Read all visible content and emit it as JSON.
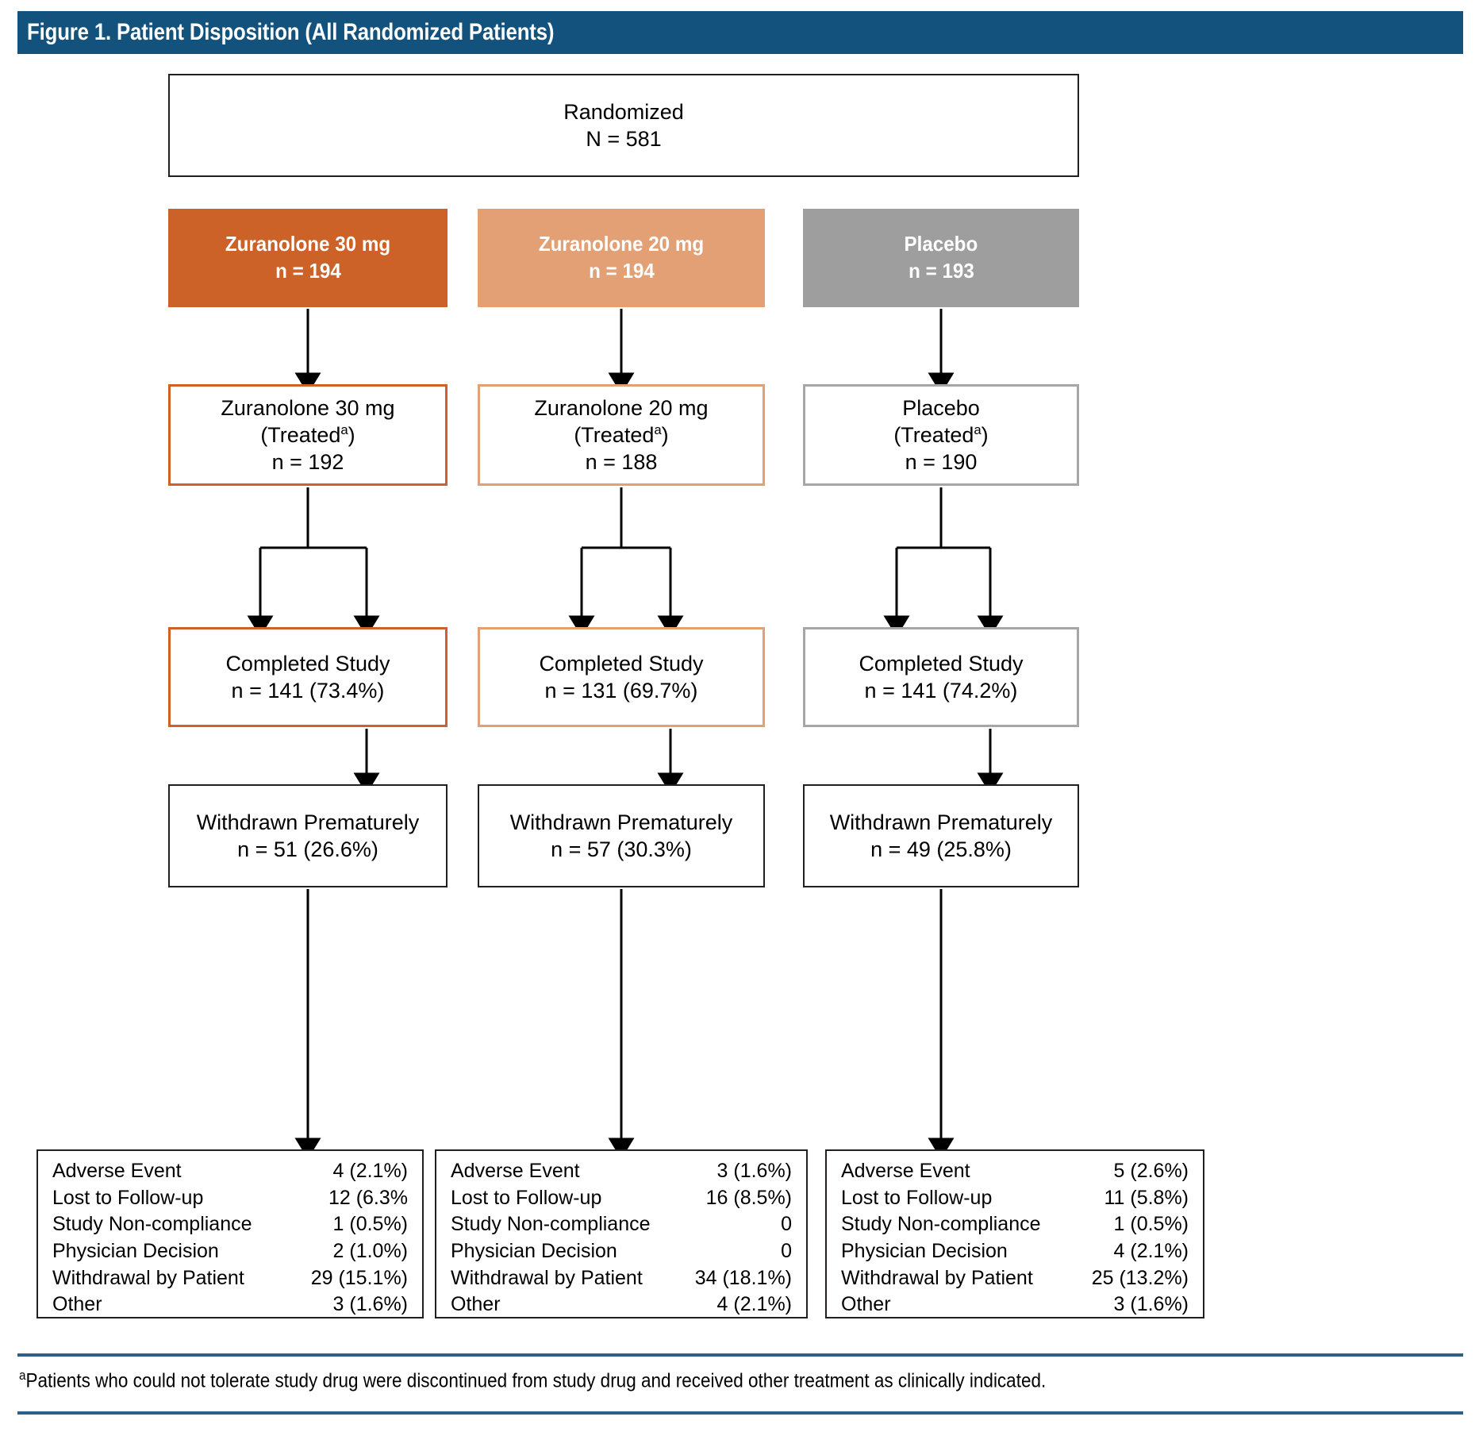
{
  "figure": {
    "title": "Figure 1. Patient Disposition (All Randomized Patients)",
    "banner_color": "#13527c"
  },
  "randomized": {
    "label": "Randomized",
    "n": "N = 581"
  },
  "groups": [
    {
      "key": "zuranolone30",
      "header_label": "Zuranolone 30 mg",
      "header_n": "n = 194",
      "color": "#cc6228",
      "treated_label": "Zuranolone 30 mg",
      "treated_sub": "(Treated",
      "treated_sub_sup": "a",
      "treated_sub_close": ")",
      "treated_n": "n = 192",
      "completed_label": "Completed Study",
      "completed_n": "n = 141 (73.4%)",
      "withdrawn_label": "Withdrawn Prematurely",
      "withdrawn_n": "n = 51 (26.6%)",
      "reasons": [
        {
          "label": "Adverse Event",
          "value": "4 (2.1%)"
        },
        {
          "label": "Lost to Follow-up",
          "value": "12 (6.3%"
        },
        {
          "label": "Study Non-compliance",
          "value": "1 (0.5%)"
        },
        {
          "label": "Physician Decision",
          "value": "2 (1.0%)"
        },
        {
          "label": "Withdrawal by Patient",
          "value": "29 (15.1%)"
        },
        {
          "label": "Other",
          "value": "3 (1.6%)"
        }
      ]
    },
    {
      "key": "zuranolone20",
      "header_label": "Zuranolone 20 mg",
      "header_n": "n = 194",
      "color": "#e3a075",
      "treated_label": "Zuranolone 20 mg",
      "treated_sub": "(Treated",
      "treated_sub_sup": "a",
      "treated_sub_close": ")",
      "treated_n": "n = 188",
      "completed_label": "Completed Study",
      "completed_n": "n = 131 (69.7%)",
      "withdrawn_label": "Withdrawn Prematurely",
      "withdrawn_n": "n = 57 (30.3%)",
      "reasons": [
        {
          "label": "Adverse Event",
          "value": "3 (1.6%)"
        },
        {
          "label": "Lost to Follow-up",
          "value": "16 (8.5%)"
        },
        {
          "label": "Study Non-compliance",
          "value": "0"
        },
        {
          "label": "Physician Decision",
          "value": "0"
        },
        {
          "label": "Withdrawal by Patient",
          "value": "34 (18.1%)"
        },
        {
          "label": "Other",
          "value": "4 (2.1%)"
        }
      ]
    },
    {
      "key": "placebo",
      "header_label": "Placebo",
      "header_n": "n = 193",
      "color": "#9e9e9e",
      "treated_label": "Placebo",
      "treated_sub": "(Treated",
      "treated_sub_sup": "a",
      "treated_sub_close": ")",
      "treated_n": "n = 190",
      "completed_label": "Completed Study",
      "completed_n": "n = 141 (74.2%)",
      "withdrawn_label": "Withdrawn Prematurely",
      "withdrawn_n": "n = 49 (25.8%)",
      "reasons": [
        {
          "label": "Adverse Event",
          "value": "5 (2.6%)"
        },
        {
          "label": "Lost to Follow-up",
          "value": "11 (5.8%)"
        },
        {
          "label": "Study Non-compliance",
          "value": "1 (0.5%)"
        },
        {
          "label": "Physician Decision",
          "value": "4 (2.1%)"
        },
        {
          "label": "Withdrawal by Patient",
          "value": "25 (13.2%)"
        },
        {
          "label": "Other",
          "value": "3 (1.6%)"
        }
      ]
    }
  ],
  "footnote": {
    "marker": "a",
    "text": "Patients who could not tolerate study drug were discontinued from study drug and received other treatment as clinically indicated."
  },
  "chart_data": {
    "type": "diagram",
    "title": "Figure 1. Patient Disposition (All Randomized Patients)",
    "diagram_kind": "consort-flow",
    "total_randomized": 581,
    "arms": [
      {
        "name": "Zuranolone 30 mg",
        "randomized": 194,
        "treated": 192,
        "completed": 141,
        "completed_pct": 73.4,
        "withdrawn": 51,
        "withdrawn_pct": 26.6,
        "withdrawal_reasons": {
          "Adverse Event": {
            "n": 4,
            "pct": 2.1
          },
          "Lost to Follow-up": {
            "n": 12,
            "pct": 6.3
          },
          "Study Non-compliance": {
            "n": 1,
            "pct": 0.5
          },
          "Physician Decision": {
            "n": 2,
            "pct": 1.0
          },
          "Withdrawal by Patient": {
            "n": 29,
            "pct": 15.1
          },
          "Other": {
            "n": 3,
            "pct": 1.6
          }
        }
      },
      {
        "name": "Zuranolone 20 mg",
        "randomized": 194,
        "treated": 188,
        "completed": 131,
        "completed_pct": 69.7,
        "withdrawn": 57,
        "withdrawn_pct": 30.3,
        "withdrawal_reasons": {
          "Adverse Event": {
            "n": 3,
            "pct": 1.6
          },
          "Lost to Follow-up": {
            "n": 16,
            "pct": 8.5
          },
          "Study Non-compliance": {
            "n": 0,
            "pct": null
          },
          "Physician Decision": {
            "n": 0,
            "pct": null
          },
          "Withdrawal by Patient": {
            "n": 34,
            "pct": 18.1
          },
          "Other": {
            "n": 4,
            "pct": 2.1
          }
        }
      },
      {
        "name": "Placebo",
        "randomized": 193,
        "treated": 190,
        "completed": 141,
        "completed_pct": 74.2,
        "withdrawn": 49,
        "withdrawn_pct": 25.8,
        "withdrawal_reasons": {
          "Adverse Event": {
            "n": 5,
            "pct": 2.6
          },
          "Lost to Follow-up": {
            "n": 11,
            "pct": 5.8
          },
          "Study Non-compliance": {
            "n": 1,
            "pct": 0.5
          },
          "Physician Decision": {
            "n": 4,
            "pct": 2.1
          },
          "Withdrawal by Patient": {
            "n": 25,
            "pct": 13.2
          },
          "Other": {
            "n": 3,
            "pct": 1.6
          }
        }
      }
    ],
    "colors": {
      "zuranolone30": "#cc6228",
      "zuranolone20": "#e3a075",
      "placebo": "#9e9e9e",
      "banner": "#13527c"
    }
  }
}
